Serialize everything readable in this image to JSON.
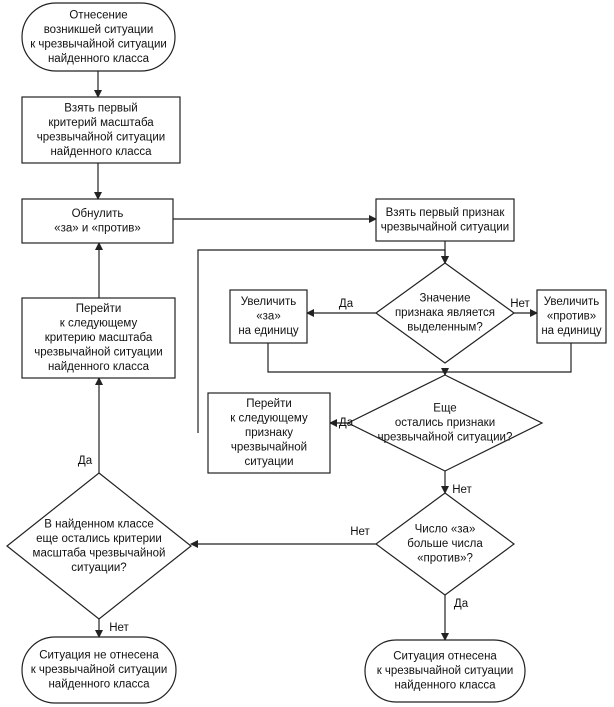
{
  "nodes": {
    "start": {
      "shape": "terminal",
      "lines": [
        "Отнесение",
        "возникшей ситуации",
        "к чрезвычайной ситуации",
        "найденного класса"
      ]
    },
    "take_first_criterion": {
      "shape": "process",
      "lines": [
        "Взять первый",
        "критерий масштаба",
        "чрезвычайной ситуации",
        "найденного класса"
      ]
    },
    "reset_counts": {
      "shape": "process",
      "lines": [
        "Обнулить",
        "«за» и «против»"
      ]
    },
    "next_criterion": {
      "shape": "process",
      "lines": [
        "Перейти",
        "к следующему",
        "критерию масштаба",
        "чрезвычайной ситуации",
        "найденного класса"
      ]
    },
    "take_first_feature": {
      "shape": "process",
      "lines": [
        "Взять первый признак",
        "чрезвычайной ситуации"
      ]
    },
    "is_feature_highlighted": {
      "shape": "decision",
      "lines": [
        "Значение",
        "признака является",
        "выделенным?"
      ]
    },
    "increment_for": {
      "shape": "process",
      "lines": [
        "Увеличить",
        "«за»",
        "на единицу"
      ]
    },
    "increment_against": {
      "shape": "process",
      "lines": [
        "Увеличить",
        "«против»",
        "на единицу"
      ]
    },
    "features_remain": {
      "shape": "decision",
      "lines": [
        "Еще",
        "остались признаки",
        "чрезвычайной ситуации?"
      ]
    },
    "next_feature": {
      "shape": "process",
      "lines": [
        "Перейти",
        "к следующему",
        "признаку",
        "чрезвычайной",
        "ситуации"
      ]
    },
    "criteria_remain": {
      "shape": "decision",
      "lines": [
        "В найденном классе",
        "еще остались критерии",
        "масштаба чрезвычайной",
        "ситуации?"
      ]
    },
    "for_greater_than_against": {
      "shape": "decision",
      "lines": [
        "Число «за»",
        "больше числа",
        "«против»?"
      ]
    },
    "not_assigned": {
      "shape": "terminal",
      "lines": [
        "Ситуация не отнесена",
        "к чрезвычайной ситуации",
        "найденного класса"
      ]
    },
    "assigned": {
      "shape": "terminal",
      "lines": [
        "Ситуация отнесена",
        "к чрезвычайной ситуации",
        "найденного класса"
      ]
    }
  },
  "edges": [
    {
      "from": "start",
      "to": "take_first_criterion",
      "label": ""
    },
    {
      "from": "take_first_criterion",
      "to": "reset_counts",
      "label": ""
    },
    {
      "from": "reset_counts",
      "to": "take_first_feature",
      "label": ""
    },
    {
      "from": "take_first_feature",
      "to": "is_feature_highlighted",
      "label": ""
    },
    {
      "from": "is_feature_highlighted",
      "to": "increment_for",
      "label": "Да"
    },
    {
      "from": "is_feature_highlighted",
      "to": "increment_against",
      "label": "Нет"
    },
    {
      "from": "increment_for",
      "to": "features_remain",
      "label": ""
    },
    {
      "from": "increment_against",
      "to": "features_remain",
      "label": ""
    },
    {
      "from": "features_remain",
      "to": "next_feature",
      "label": "Да"
    },
    {
      "from": "next_feature",
      "to": "is_feature_highlighted",
      "label": ""
    },
    {
      "from": "features_remain",
      "to": "for_greater_than_against",
      "label": "Нет"
    },
    {
      "from": "for_greater_than_against",
      "to": "criteria_remain",
      "label": "Нет"
    },
    {
      "from": "for_greater_than_against",
      "to": "assigned",
      "label": "Да"
    },
    {
      "from": "criteria_remain",
      "to": "next_criterion",
      "label": "Да"
    },
    {
      "from": "criteria_remain",
      "to": "not_assigned",
      "label": "Нет"
    },
    {
      "from": "next_criterion",
      "to": "reset_counts",
      "label": ""
    }
  ]
}
